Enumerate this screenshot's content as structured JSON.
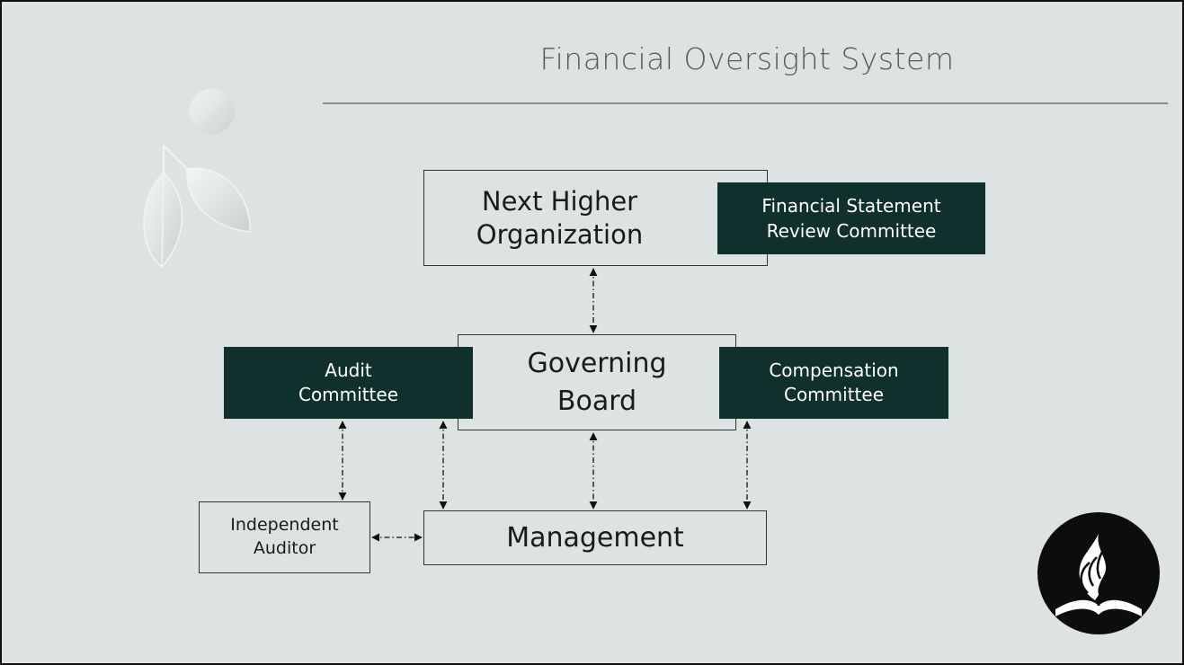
{
  "slide": {
    "title": "Financial Oversight System"
  },
  "diagram": {
    "nodes": {
      "next_higher": "Next Higher\nOrganization",
      "financial_review": "Financial Statement\nReview Committee",
      "governing_board": "Governing\nBoard",
      "audit_committee": "Audit\nCommittee",
      "compensation_committee": "Compensation\nCommittee",
      "management": "Management",
      "independent_auditor": "Independent\nAuditor"
    },
    "edges": [
      {
        "from": "next_higher",
        "to": "governing_board",
        "style": "dash-dot",
        "arrows": "both"
      },
      {
        "from": "audit_committee",
        "to": "independent_auditor",
        "style": "dash-dot",
        "arrows": "both"
      },
      {
        "from": "audit_committee",
        "to": "management",
        "style": "dash-dot",
        "arrows": "both"
      },
      {
        "from": "governing_board",
        "to": "management",
        "style": "dash-dot",
        "arrows": "both"
      },
      {
        "from": "compensation_committee",
        "to": "management",
        "style": "dash-dot",
        "arrows": "both"
      },
      {
        "from": "independent_auditor",
        "to": "management",
        "style": "dash-dot",
        "arrows": "both"
      }
    ]
  },
  "colors": {
    "background": "#dde3e3",
    "dark_box": "#10302d",
    "title_text": "#5a5a5a",
    "connector": "#111111"
  },
  "icons": {
    "decoration": "leaf-sprout-icon",
    "logo": "flame-bible-logo-icon"
  }
}
